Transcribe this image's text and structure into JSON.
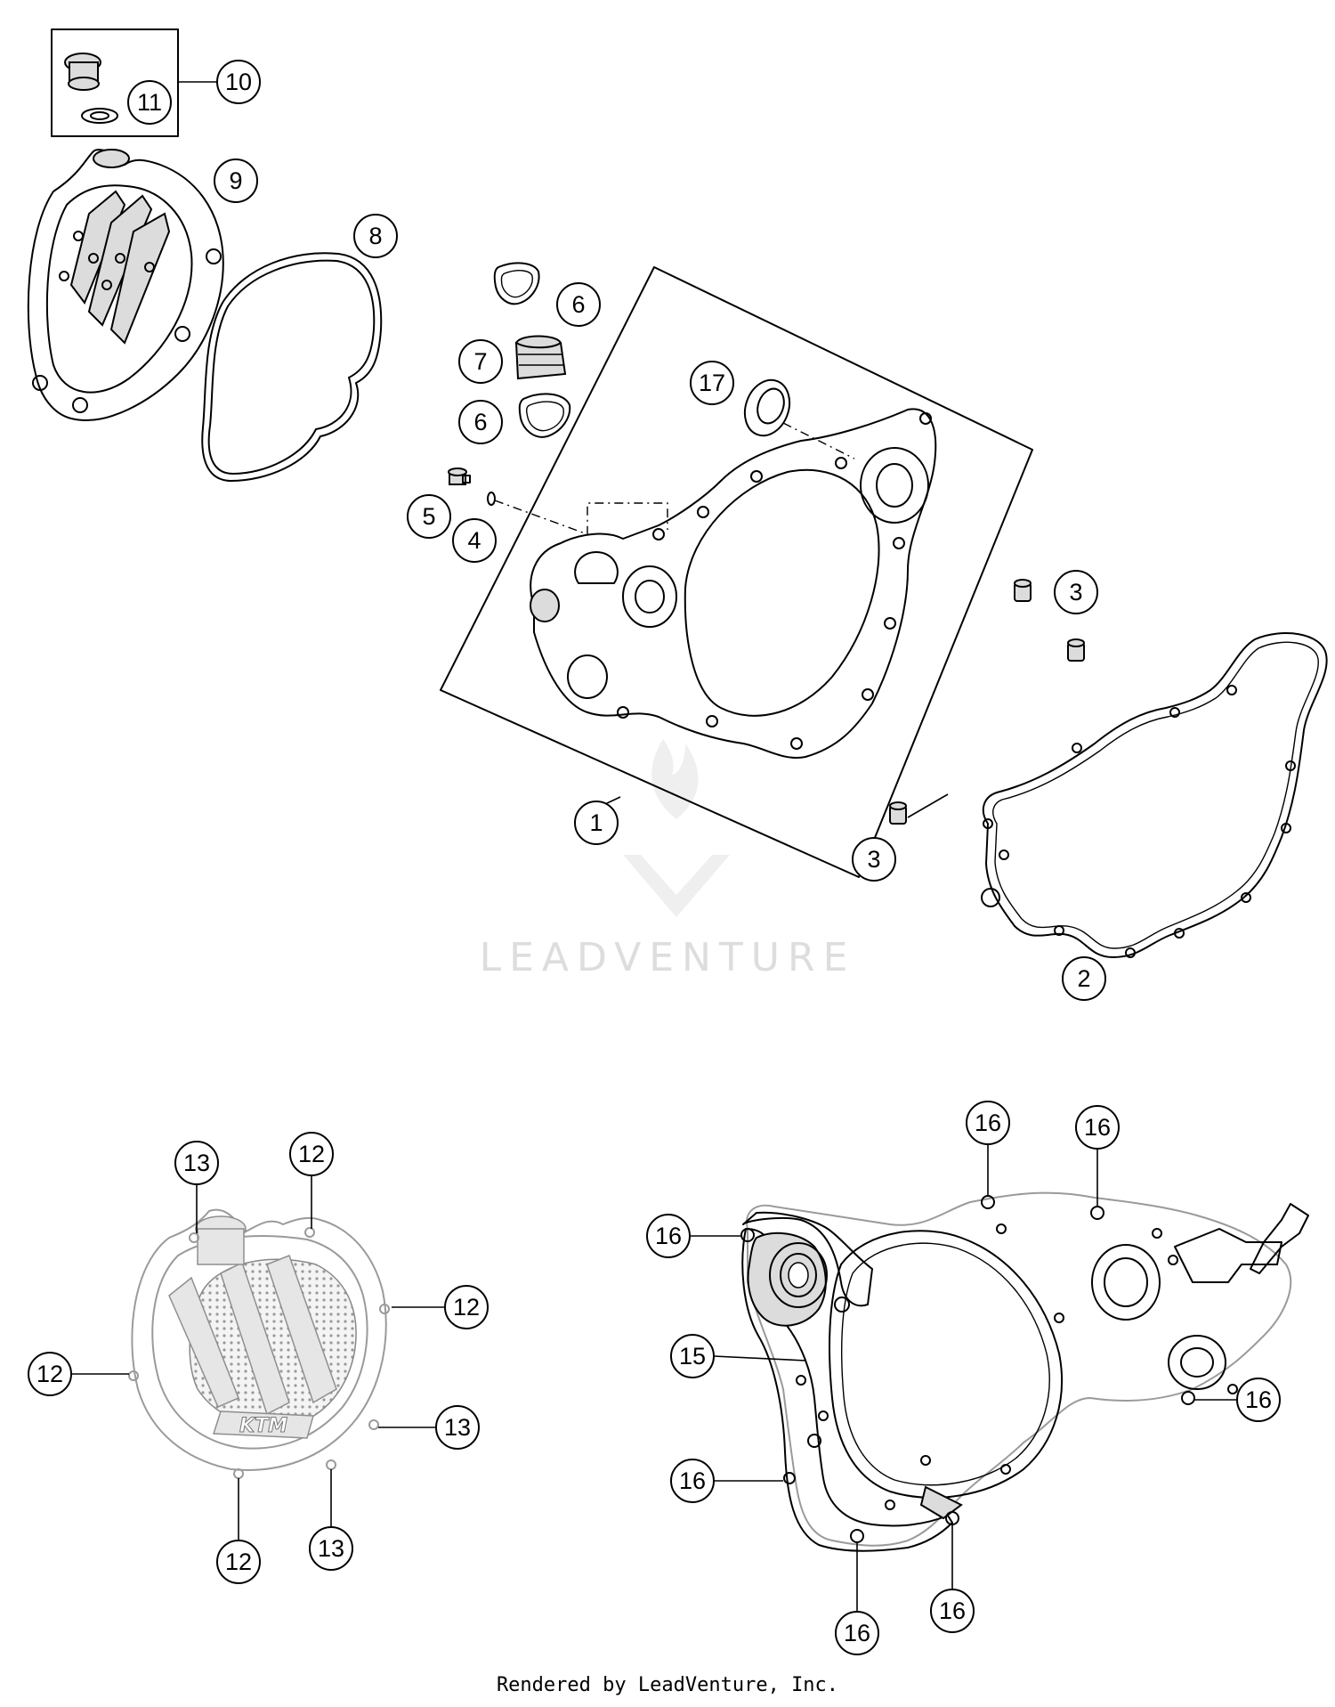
{
  "title": "",
  "watermark": "LEADVENTURE",
  "footer": "Rendered by LeadVenture, Inc.",
  "callouts": [
    {
      "id": "c1",
      "label": "1"
    },
    {
      "id": "c2",
      "label": "2"
    },
    {
      "id": "c3a",
      "label": "3"
    },
    {
      "id": "c3b",
      "label": "3"
    },
    {
      "id": "c4",
      "label": "4"
    },
    {
      "id": "c5",
      "label": "5"
    },
    {
      "id": "c6a",
      "label": "6"
    },
    {
      "id": "c6b",
      "label": "6"
    },
    {
      "id": "c7",
      "label": "7"
    },
    {
      "id": "c8",
      "label": "8"
    },
    {
      "id": "c9",
      "label": "9"
    },
    {
      "id": "c10",
      "label": "10"
    },
    {
      "id": "c11",
      "label": "11"
    },
    {
      "id": "c17",
      "label": "17"
    },
    {
      "id": "c12a",
      "label": "12"
    },
    {
      "id": "c12b",
      "label": "12"
    },
    {
      "id": "c12c",
      "label": "12"
    },
    {
      "id": "c12d",
      "label": "12"
    },
    {
      "id": "c13a",
      "label": "13"
    },
    {
      "id": "c13b",
      "label": "13"
    },
    {
      "id": "c13c",
      "label": "13"
    },
    {
      "id": "c15",
      "label": "15"
    },
    {
      "id": "c16a",
      "label": "16"
    },
    {
      "id": "c16b",
      "label": "16"
    },
    {
      "id": "c16c",
      "label": "16"
    },
    {
      "id": "c16d",
      "label": "16"
    },
    {
      "id": "c16e",
      "label": "16"
    },
    {
      "id": "c16f",
      "label": "16"
    },
    {
      "id": "c16g",
      "label": "16"
    }
  ],
  "logo_text": "KTM"
}
